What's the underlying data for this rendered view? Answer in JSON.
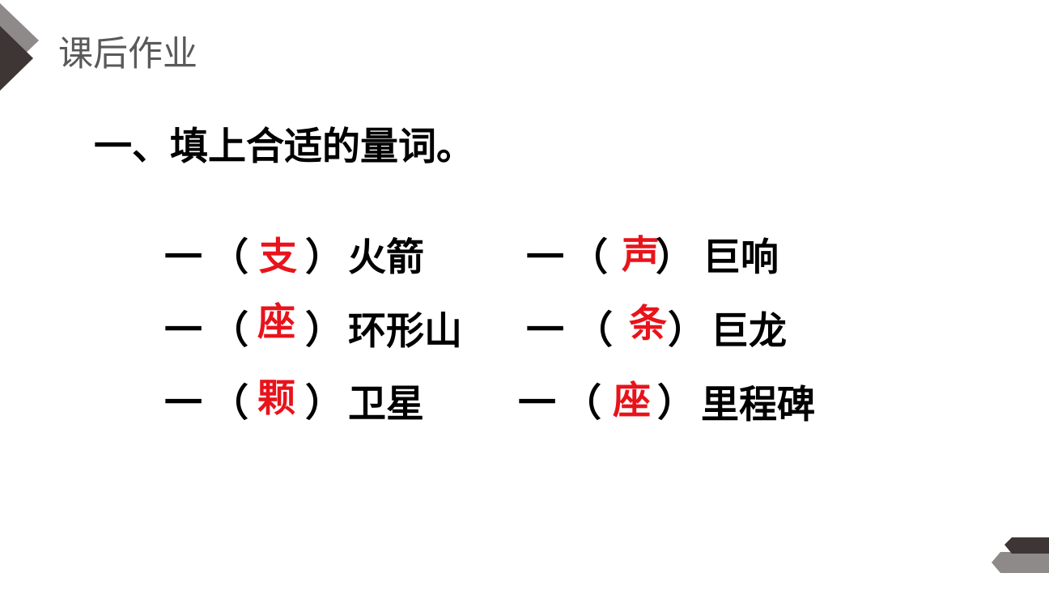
{
  "header": {
    "title": "课后作业"
  },
  "question": {
    "title": "一、填上合适的量词。"
  },
  "rows": [
    {
      "left": {
        "prefix": "一",
        "lparen": "（",
        "answer": "支",
        "rparen": "）",
        "noun": "火箭"
      },
      "right": {
        "prefix": "一",
        "lparen": "（",
        "answer": "声",
        "rparen": "）",
        "noun": "巨响"
      }
    },
    {
      "left": {
        "prefix": "一",
        "lparen": "（",
        "answer": "座",
        "rparen": "）",
        "noun": "环形山"
      },
      "right": {
        "prefix": "一",
        "lparen": "（",
        "answer": "条",
        "rparen": "）",
        "noun": "巨龙"
      }
    },
    {
      "left": {
        "prefix": "一",
        "lparen": "（",
        "answer": "颗",
        "rparen": "）",
        "noun": "卫星"
      },
      "right": {
        "prefix": "一",
        "lparen": "（",
        "answer": "座",
        "rparen": "）",
        "noun": "里程碑"
      }
    }
  ],
  "colors": {
    "answer": "#e8131b",
    "text": "#000000",
    "header": "#595959",
    "shape_dark": "#3e3535",
    "shape_light": "#8e8a8a"
  }
}
